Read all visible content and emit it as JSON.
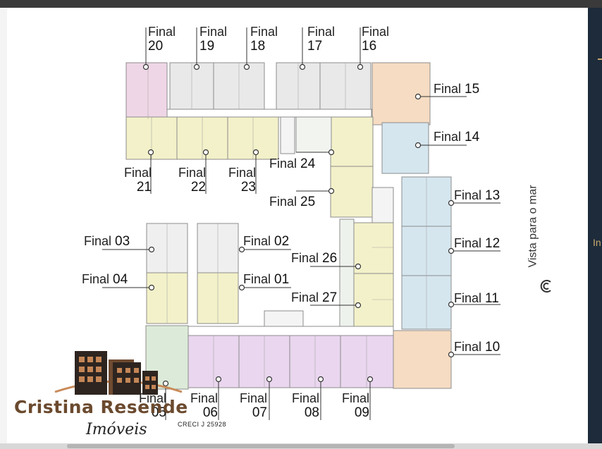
{
  "labels": {
    "l20": {
      "word": "Final",
      "num": "20"
    },
    "l19": {
      "word": "Final",
      "num": "19"
    },
    "l18": {
      "word": "Final",
      "num": "18"
    },
    "l17": {
      "word": "Final",
      "num": "17"
    },
    "l16": {
      "word": "Final",
      "num": "16"
    },
    "l15": {
      "word": "Final",
      "num": "15"
    },
    "l14": {
      "word": "Final",
      "num": "14"
    },
    "l24": {
      "word": "Final",
      "num": "24"
    },
    "l25": {
      "word": "Final",
      "num": "25"
    },
    "l21": {
      "word": "Final",
      "num": "21"
    },
    "l22": {
      "word": "Final",
      "num": "22"
    },
    "l23": {
      "word": "Final",
      "num": "23"
    },
    "l13": {
      "word": "Final",
      "num": "13"
    },
    "l12": {
      "word": "Final",
      "num": "12"
    },
    "l11": {
      "word": "Final",
      "num": "11"
    },
    "l10": {
      "word": "Final",
      "num": "10"
    },
    "l03": {
      "word": "Final",
      "num": "03"
    },
    "l02": {
      "word": "Final",
      "num": "02"
    },
    "l04": {
      "word": "Final",
      "num": "04"
    },
    "l01": {
      "word": "Final",
      "num": "01"
    },
    "l26": {
      "word": "Final",
      "num": "26"
    },
    "l27": {
      "word": "Final",
      "num": "27"
    },
    "l05": {
      "word": "Final",
      "num": "05"
    },
    "l06": {
      "word": "Final",
      "num": "06"
    },
    "l07": {
      "word": "Final",
      "num": "07"
    },
    "l08": {
      "word": "Final",
      "num": "08"
    },
    "l09": {
      "word": "Final",
      "num": "09"
    }
  },
  "vista_label": "Vista para o mar",
  "brand": {
    "name": "Cristina Resende",
    "subtitle": "Imóveis",
    "creci": "CRECI J 25928"
  },
  "right_panel_text": "In",
  "colors": {
    "pink": "#efd6e6",
    "gray": "#e9e9ea",
    "yellow": "#f3f1c9",
    "orange": "#f6dcc2",
    "blue": "#d5e6ef",
    "green": "#dcebd9",
    "purple": "#ead6ef",
    "lightgray": "#efefef"
  }
}
